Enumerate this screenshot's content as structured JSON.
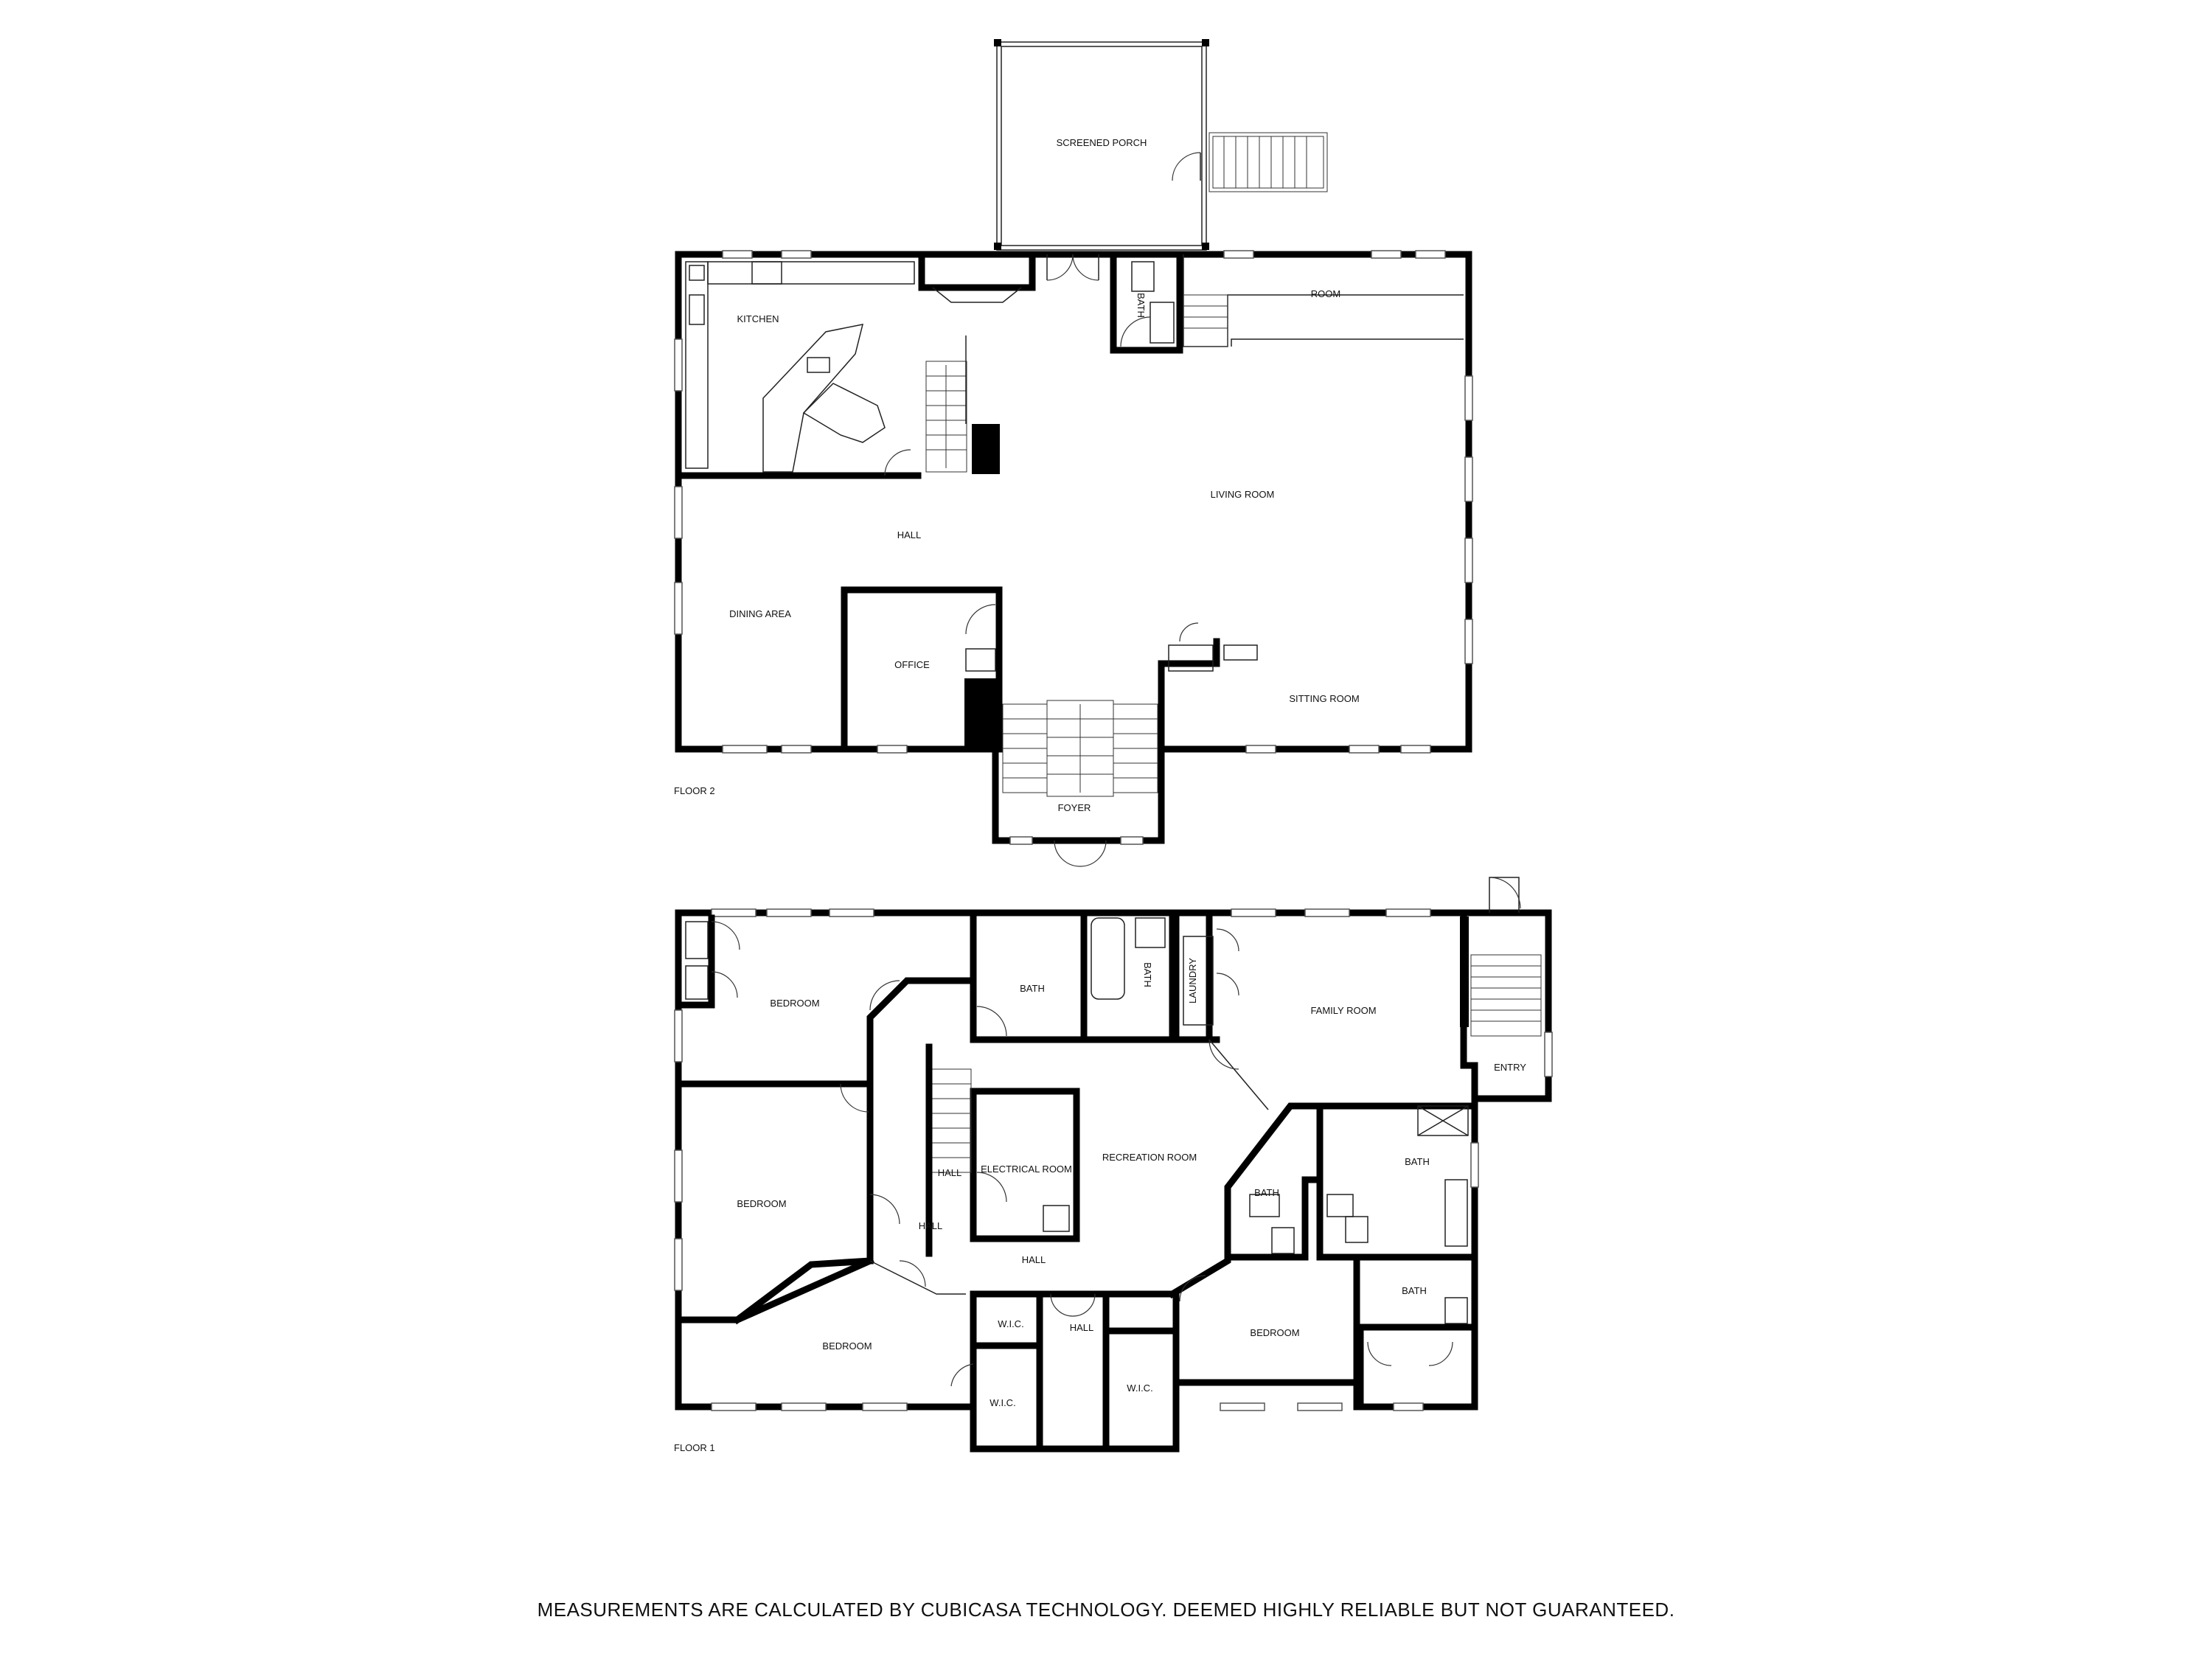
{
  "floors": [
    {
      "label": "FLOOR 2",
      "rooms": {
        "screened_porch": "SCREENED PORCH",
        "kitchen": "KITCHEN",
        "bath": "BATH",
        "room": "ROOM",
        "living_room": "LIVING ROOM",
        "hall": "HALL",
        "dining_area": "DINING AREA",
        "office": "OFFICE",
        "sitting_room": "SITTING ROOM",
        "foyer": "FOYER"
      }
    },
    {
      "label": "FLOOR 1",
      "rooms": {
        "bedroom_nw": "BEDROOM",
        "bath_n": "BATH",
        "bath_tub": "BATH",
        "laundry": "LAUNDRY",
        "family_room": "FAMILY ROOM",
        "entry": "ENTRY",
        "bedroom_w": "BEDROOM",
        "hall_stair": "HALL",
        "electrical_room": "ELECTRICAL ROOM",
        "recreation_room": "RECREATION ROOM",
        "bath_c": "BATH",
        "bath_e": "BATH",
        "hall_w": "HALL",
        "hall_s": "HALL",
        "bedroom_sw": "BEDROOM",
        "wic_1": "W.I.C.",
        "hall_c": "HALL",
        "wic_2": "W.I.C.",
        "wic_3": "W.I.C.",
        "bedroom_se": "BEDROOM",
        "bath_se": "BATH"
      }
    }
  ],
  "disclaimer": "MEASUREMENTS ARE CALCULATED BY CUBICASA TECHNOLOGY. DEEMED HIGHLY RELIABLE BUT NOT GUARANTEED."
}
